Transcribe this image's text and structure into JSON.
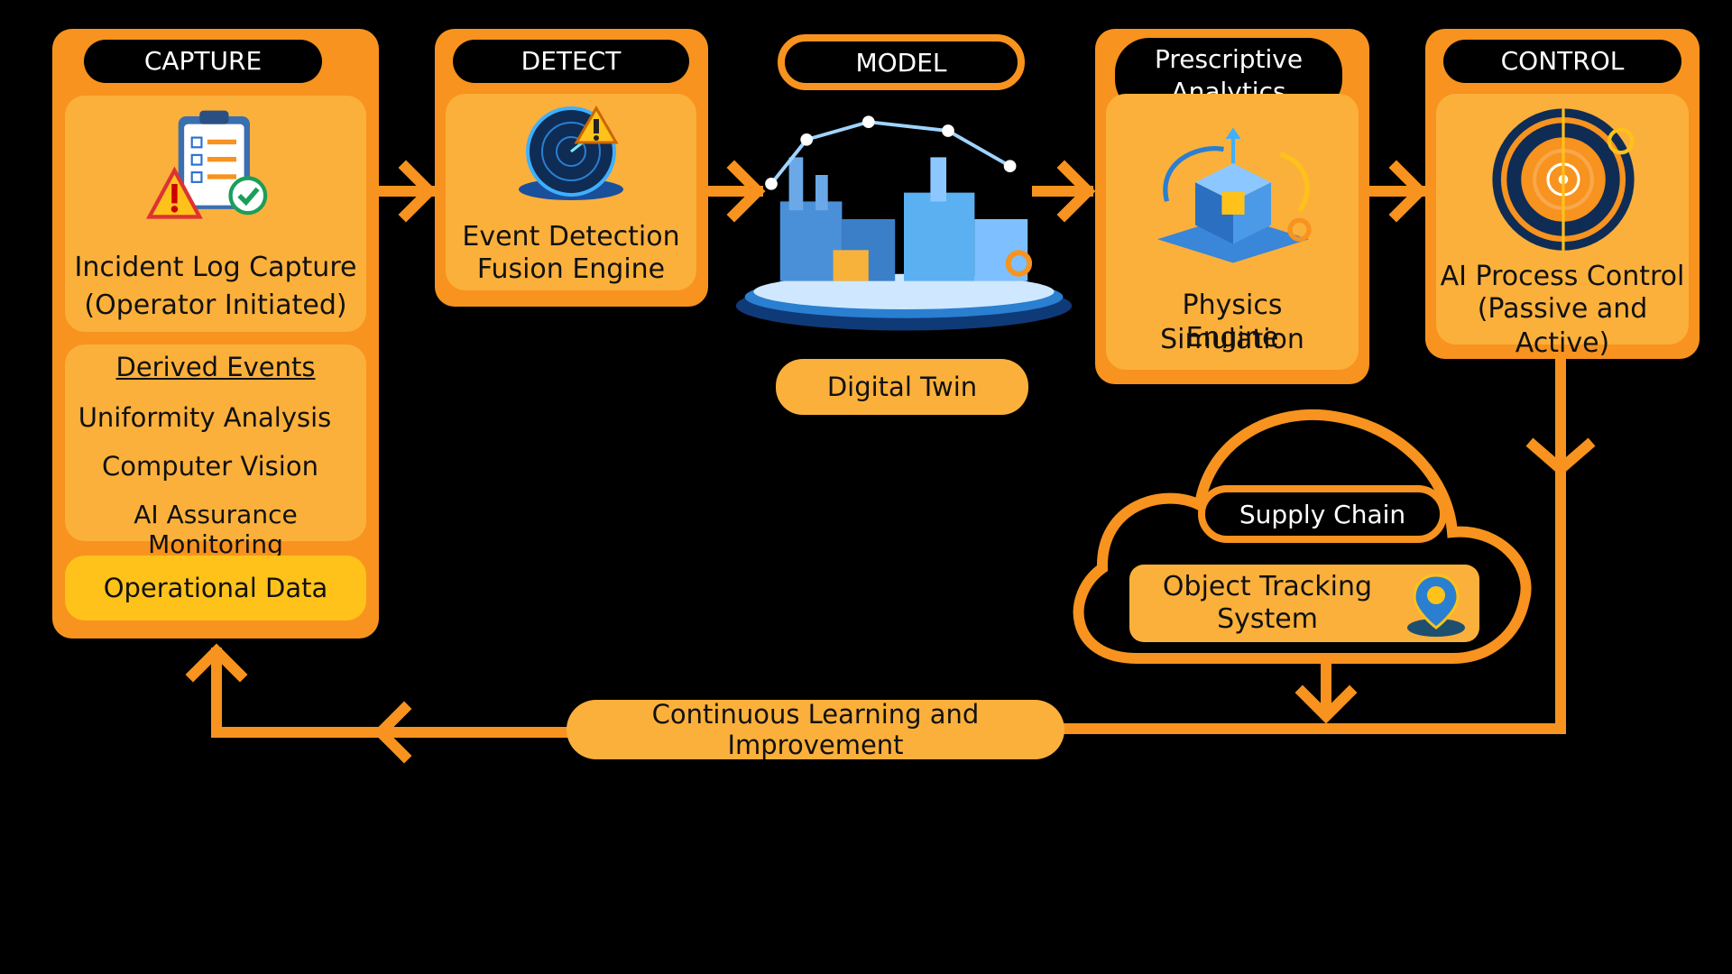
{
  "capture": {
    "header": "CAPTURE",
    "incident_log": {
      "line1": "Incident Log Capture",
      "line2": "(Operator Initiated)"
    },
    "derived_events": {
      "title": "Derived Events",
      "items": [
        "Uniformity Analysis",
        "Computer Vision",
        "AI Assurance Monitoring"
      ]
    },
    "operational_data": "Operational Data"
  },
  "detect": {
    "header": "DETECT",
    "engine": {
      "line1": "Event Detection",
      "line2": "Fusion Engine"
    }
  },
  "model": {
    "header": "MODEL",
    "twin_label": "Digital Twin"
  },
  "prescriptive": {
    "header": {
      "line1": "Prescriptive",
      "line2": "Analytics"
    },
    "engine": {
      "line1": "Physics Simulation",
      "line2": "Engine"
    }
  },
  "control": {
    "header": "CONTROL",
    "ai_control": {
      "line1": "AI Process Control",
      "line2": "(Passive and Active)"
    }
  },
  "supply_chain": {
    "title": "Supply Chain",
    "tracking": {
      "line1": "Object Tracking",
      "line2": "System"
    }
  },
  "loop_label": "Continuous Learning and Improvement",
  "icons": [
    "clipboard-warning-icon",
    "radar-warning-icon",
    "factory-digital-twin-icon",
    "physics-cube-icon",
    "brain-gear-target-icon",
    "location-pin-icon"
  ],
  "colors": {
    "accent": "#f7931e",
    "light": "#fbb03b",
    "highlight": "#ffc21a",
    "background": "#000000"
  }
}
